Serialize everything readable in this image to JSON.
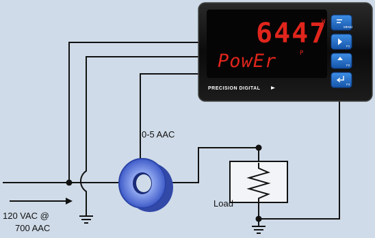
{
  "meter": {
    "display_value": "6447",
    "display_unit_mark": "W",
    "display_label": "PowEr",
    "display_label_mark": "P",
    "brand": "PRECISION DIGITAL",
    "buttons": [
      {
        "icon": "menu-icon",
        "caption": "MENU"
      },
      {
        "icon": "right-arrow-icon",
        "caption": "F1"
      },
      {
        "icon": "up-arrow-icon",
        "caption": "F2"
      },
      {
        "icon": "enter-icon",
        "caption": "F3"
      }
    ]
  },
  "labels": {
    "signal": "0-5 AAC",
    "supply_line1": "120 VAC @",
    "supply_line2": "700 AAC",
    "load": "Load"
  },
  "colors": {
    "background": "#cfdbe8",
    "meter_body": "#0c0c0c",
    "display_red": "#e0251c",
    "button_blue": "#1f6ec8",
    "ct_blue": "#4f6fd9",
    "wire": "#111111"
  }
}
